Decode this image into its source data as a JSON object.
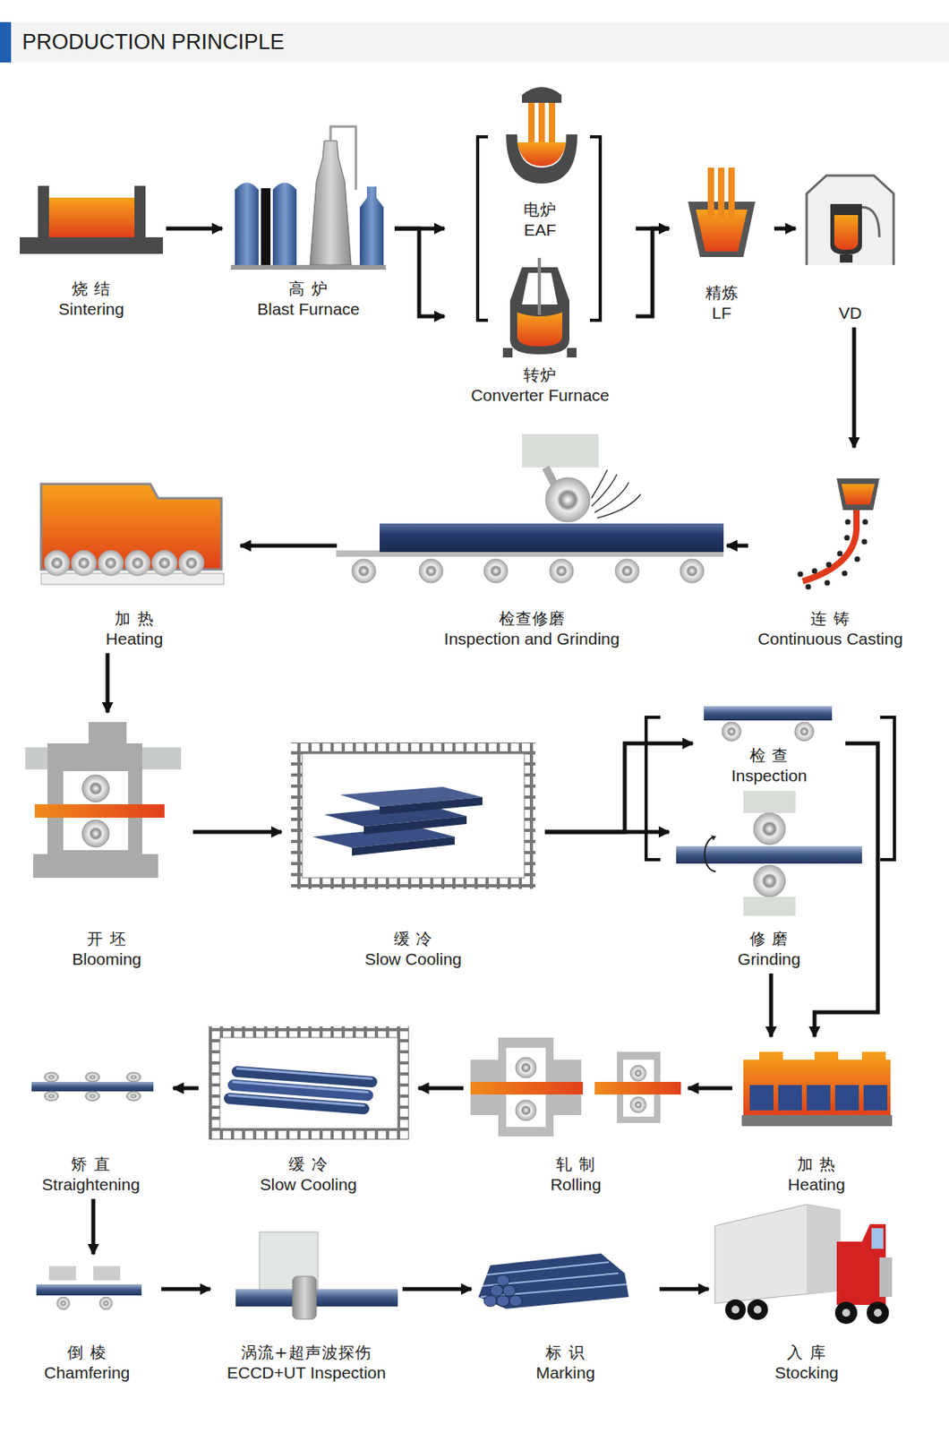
{
  "diagram": {
    "title": "PRODUCTION PRINCIPLE",
    "nodes": [
      {
        "text": [
          "烧 结",
          "Sintering"
        ]
      },
      {
        "text": [
          "高 炉",
          "Blast Furnace"
        ]
      },
      {
        "text": [
          "电炉",
          "EAF"
        ]
      },
      {
        "text": [
          "转炉",
          "Converter Furnace"
        ]
      },
      {
        "text": [
          "精炼",
          "LF"
        ]
      },
      {
        "text": [
          "VD"
        ]
      },
      {
        "text": [
          "连 铸",
          "Continuous Casting"
        ]
      },
      {
        "text": [
          "检查修磨",
          "Inspection and Grinding"
        ]
      },
      {
        "text": [
          "加 热",
          "Heating"
        ]
      },
      {
        "text": [
          "开 坯",
          "Blooming"
        ]
      },
      {
        "text": [
          "缓 冷",
          "Slow Cooling"
        ]
      },
      {
        "text": [
          "检 查",
          "Inspection"
        ]
      },
      {
        "text": [
          "修 磨",
          "Grinding"
        ]
      },
      {
        "text": [
          "加 热",
          "Heating"
        ]
      },
      {
        "text": [
          "轧 制",
          "Rolling"
        ]
      },
      {
        "text": [
          "缓 冷",
          "Slow Cooling"
        ]
      },
      {
        "text": [
          "矫 直",
          "Straightening"
        ]
      },
      {
        "text": [
          "倒 棱",
          "Chamfering"
        ]
      },
      {
        "text": [
          "涡流+超声波探伤",
          "ECCD+UT Inspection"
        ]
      },
      {
        "text": [
          "标 识",
          "Marking"
        ]
      },
      {
        "text": [
          "入 库",
          "Stocking"
        ]
      }
    ],
    "edges": [
      {
        "from": 0,
        "to": 1,
        "arrow": "to"
      },
      {
        "from": 1,
        "to": 2,
        "arrow": "to"
      },
      {
        "from": 1,
        "to": 3,
        "arrow": "to"
      },
      {
        "from": 2,
        "to": 4,
        "arrow": "to"
      },
      {
        "from": 3,
        "to": 4,
        "arrow": "to"
      },
      {
        "from": 4,
        "to": 5,
        "arrow": "to"
      },
      {
        "from": 5,
        "to": 6,
        "arrow": "to"
      },
      {
        "from": 6,
        "to": 7,
        "arrow": "to"
      },
      {
        "from": 7,
        "to": 8,
        "arrow": "to"
      },
      {
        "from": 8,
        "to": 9,
        "arrow": "to"
      },
      {
        "from": 9,
        "to": 10,
        "arrow": "to"
      },
      {
        "from": 10,
        "to": 11,
        "arrow": "to"
      },
      {
        "from": 10,
        "to": 12,
        "arrow": "to"
      },
      {
        "from": 11,
        "to": 13,
        "arrow": "to"
      },
      {
        "from": 12,
        "to": 13,
        "arrow": "to"
      },
      {
        "from": 13,
        "to": 14,
        "arrow": "to"
      },
      {
        "from": 14,
        "to": 15,
        "arrow": "to"
      },
      {
        "from": 15,
        "to": 16,
        "arrow": "to"
      },
      {
        "from": 16,
        "to": 17,
        "arrow": "to"
      },
      {
        "from": 17,
        "to": 18,
        "arrow": "to"
      },
      {
        "from": 18,
        "to": 19,
        "arrow": "to"
      },
      {
        "from": 19,
        "to": 20,
        "arrow": "to"
      }
    ]
  }
}
